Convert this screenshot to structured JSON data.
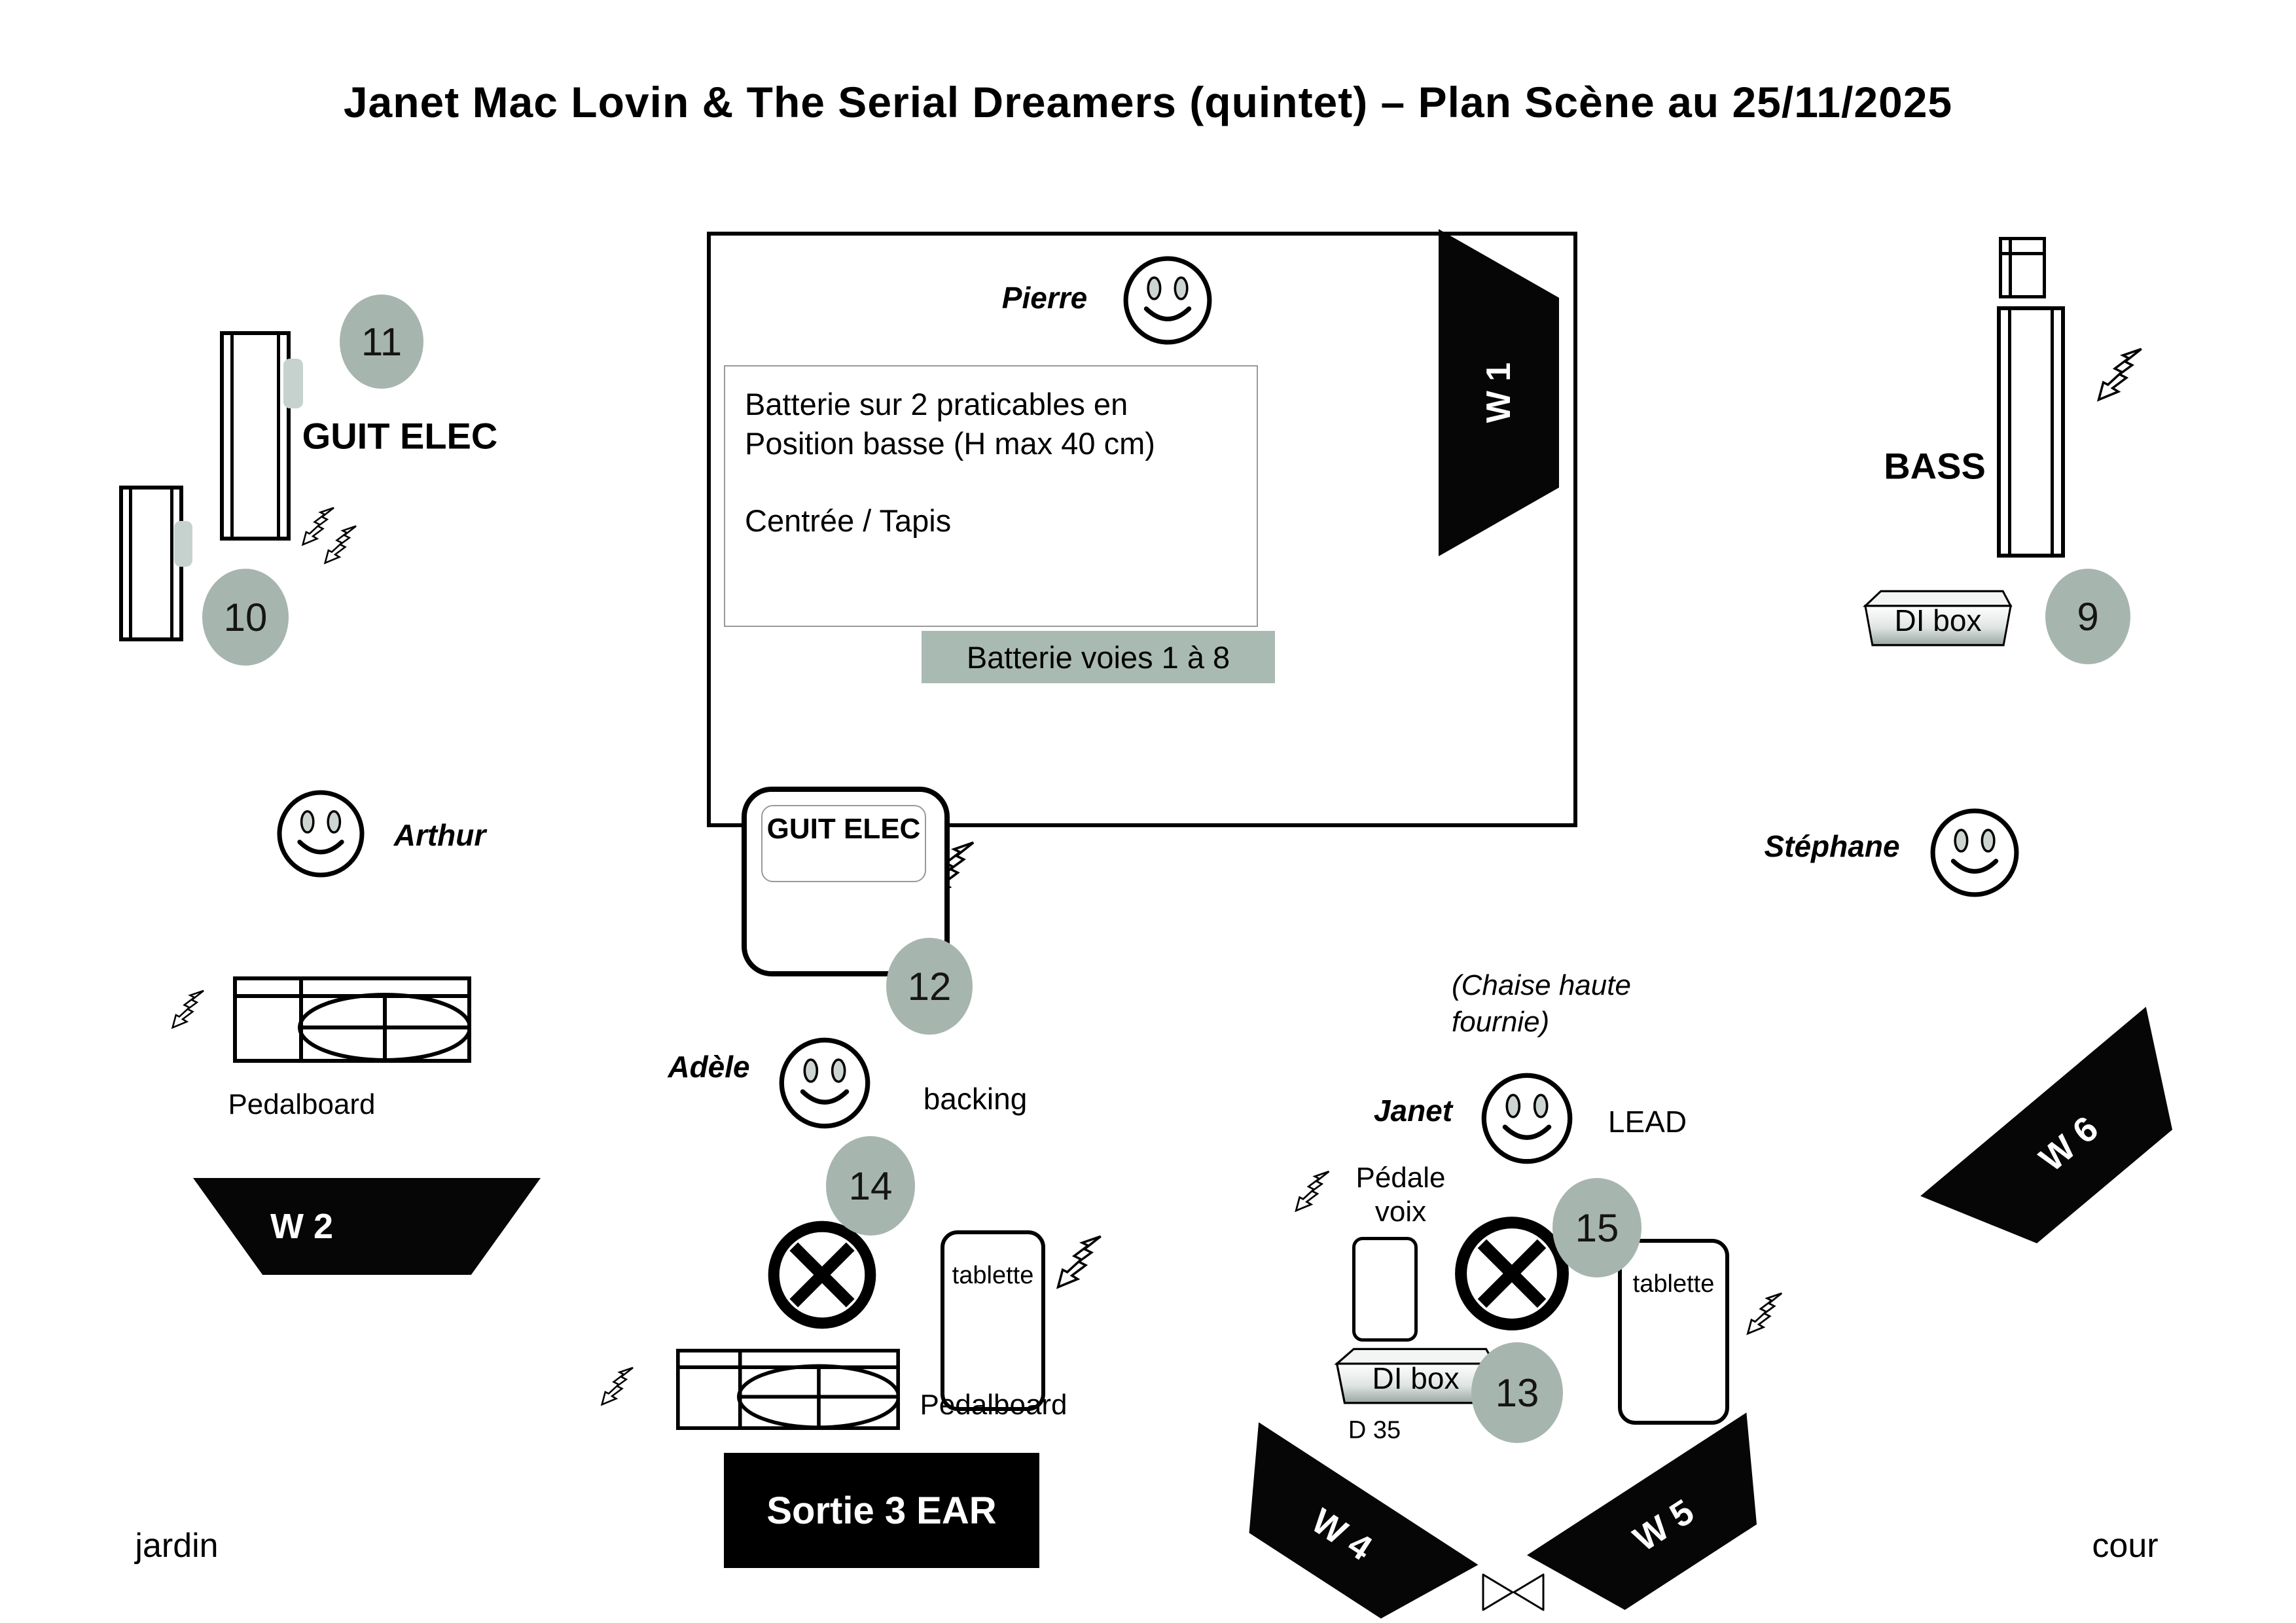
{
  "title": "Janet Mac Lovin & The Serial Dreamers (quintet) – Plan Scène au 25/11/2025",
  "stage_sides": {
    "left": "jardin",
    "right": "cour"
  },
  "drums": {
    "musician": "Pierre",
    "riser_note": [
      "Batterie sur 2 praticables en",
      "Position basse (H max 40 cm)",
      "Centrée / Tapis"
    ],
    "channels_label": "Batterie voies 1 à 8"
  },
  "monitors": {
    "w1": "W 1",
    "w2": "W 2",
    "w4": "W 4",
    "w5": "W 5",
    "w6": "W 6"
  },
  "channels": {
    "9": "9",
    "10": "10",
    "11": "11",
    "12": "12",
    "13": "13",
    "14": "14",
    "15": "15"
  },
  "guitar_left": {
    "label": "GUIT ELEC"
  },
  "guitar_center": {
    "label": "GUIT ELEC"
  },
  "bass": {
    "label": "BASS",
    "di_label": "DI box"
  },
  "arthur": {
    "name": "Arthur",
    "pedalboard_label": "Pedalboard"
  },
  "adele": {
    "name": "Adèle",
    "role": "backing",
    "tablette_label": "tablette",
    "pedalboard_label": "Pedalboard",
    "ear_label": "Sortie 3 EAR"
  },
  "janet": {
    "name": "Janet",
    "role": "LEAD",
    "chair_note": [
      "(Chaise haute",
      "fournie)"
    ],
    "pedal_label": [
      "Pédale",
      "voix"
    ],
    "di_label": "DI box",
    "di_model": "D 35",
    "tablette_label": "tablette"
  },
  "stephane": {
    "name": "Stéphane"
  },
  "icons": {
    "lightning": "power-drop-arrow",
    "smiley": "musician-face",
    "circle_x": "mic-stand",
    "bowtie": "crossed-triangles"
  },
  "colors": {
    "badge": "#a7b5af",
    "channels_label_bg": "#a9bab3",
    "amp_tab": "#c6d2cd",
    "smiley_eye": "#cdd5d1",
    "monitor": "#060606"
  }
}
